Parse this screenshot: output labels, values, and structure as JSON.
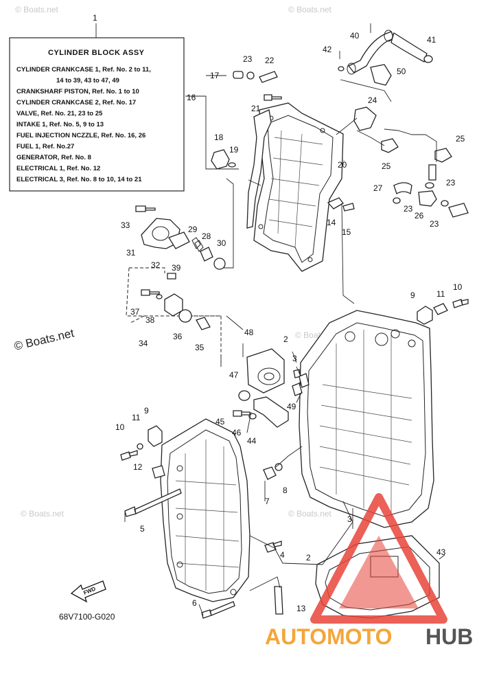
{
  "watermark": {
    "site": "© Boats.net",
    "big": "© Boats.net"
  },
  "info_box": {
    "callout": "1",
    "title": "CYLINDER BLOCK ASSY",
    "lines": [
      "CYLINDER CRANKCASE 1,      Ref. No. 2 to 11,",
      "14 to 39, 43 to 47, 49",
      "CRANKSHARF PISTON,    Ref. No. 1 to 10",
      "CYLINDER CRANKCASE 2,    Ref. No. 17",
      "VALVE,    Ref. No. 21, 23 to 25",
      "INTAKE 1,    Ref. No. 5, 9 to 13",
      "FUEL INJECTION NCZZLE,    Ref. No. 16, 26",
      "FUEL 1,    Ref. No.27",
      "GENERATOR,    Ref. No. 8",
      "ELECTRICAL 1,    Ref. No. 12",
      "ELECTRICAL 3,    Ref. No. 8 to 10, 14 to 21"
    ]
  },
  "callouts": {
    "c2a": "2",
    "c2b": "2",
    "c3a": "3",
    "c3b": "3",
    "c4": "4",
    "c5": "5",
    "c6": "6",
    "c7": "7",
    "c8": "8",
    "c9a": "9",
    "c9b": "9",
    "c10a": "10",
    "c10b": "10",
    "c11a": "11",
    "c11b": "11",
    "c12": "12",
    "c13": "13",
    "c14": "14",
    "c15": "15",
    "c16": "16",
    "c17": "17",
    "c18": "18",
    "c19": "19",
    "c20": "20",
    "c21": "21",
    "c22": "22",
    "c23a": "23",
    "c23b": "23",
    "c23c": "23",
    "c23d": "23",
    "c24": "24",
    "c25a": "25",
    "c25b": "25",
    "c26": "26",
    "c27": "27",
    "c28": "28",
    "c29": "29",
    "c30": "30",
    "c31": "31",
    "c32": "32",
    "c33": "33",
    "c34": "34",
    "c35": "35",
    "c36": "36",
    "c37": "37",
    "c38": "38",
    "c39": "39",
    "c40": "40",
    "c41": "41",
    "c42": "42",
    "c43": "43",
    "c44": "44",
    "c45": "45",
    "c46": "46",
    "c47": "47",
    "c48": "48",
    "c49": "49",
    "c50": "50"
  },
  "fwd_label": "FWD",
  "diagram_code": "68V7100-G020",
  "logo": {
    "part1": "AUTOMOTO",
    "part2": "HUB",
    "color1": "#f4a63a",
    "color2": "#555555",
    "triangle_color": "#e8443a"
  }
}
